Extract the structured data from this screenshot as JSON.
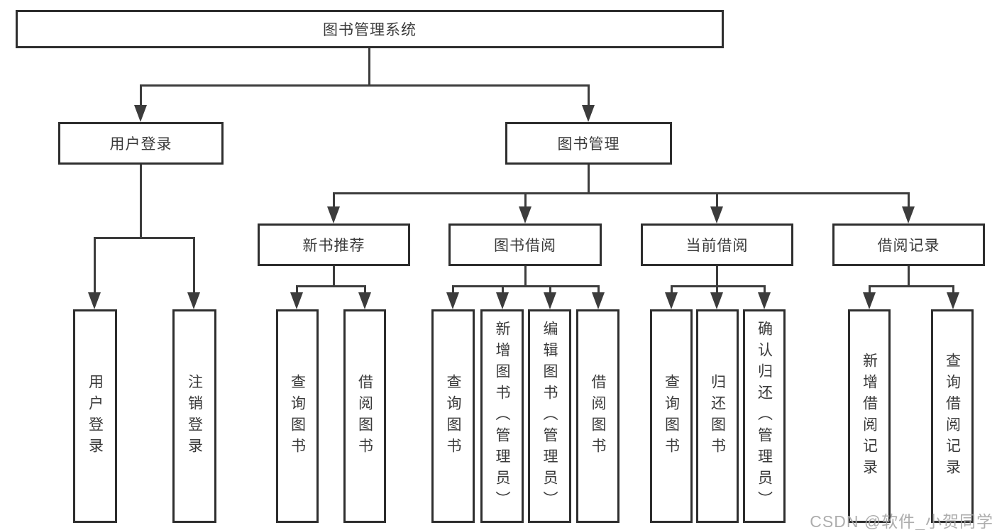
{
  "tree": {
    "root": {
      "label": "图书管理系统"
    },
    "children": [
      {
        "label": "用户登录",
        "children": [
          {
            "label": "用户登录"
          },
          {
            "label": "注销登录"
          }
        ]
      },
      {
        "label": "图书管理",
        "children": [
          {
            "label": "新书推荐",
            "children": [
              {
                "label": "查询图书"
              },
              {
                "label": "借阅图书"
              }
            ]
          },
          {
            "label": "图书借阅",
            "children": [
              {
                "label": "查询图书"
              },
              {
                "label": "新增图书（管理员）"
              },
              {
                "label": "编辑图书（管理员）"
              },
              {
                "label": "借阅图书"
              }
            ]
          },
          {
            "label": "当前借阅",
            "children": [
              {
                "label": "查询图书"
              },
              {
                "label": "归还图书"
              },
              {
                "label": "确认归还（管理员）"
              }
            ]
          },
          {
            "label": "借阅记录",
            "children": [
              {
                "label": "新增借阅记录"
              },
              {
                "label": "查询借阅记录"
              }
            ]
          }
        ]
      }
    ]
  },
  "watermark": {
    "text": "CSDN @软件_小贺同学"
  },
  "colors": {
    "line": "#3c3c3c",
    "box_border": "#2e2e2e",
    "text": "#3a3a3a",
    "watermark": "#a4a4a4",
    "background": "#ffffff"
  }
}
